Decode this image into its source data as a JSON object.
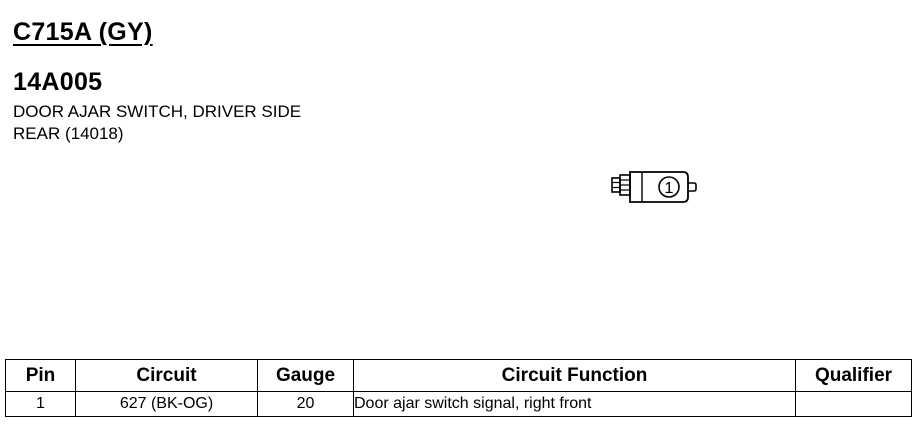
{
  "header": {
    "connector_id": "C715A (GY)",
    "part_number": "14A005",
    "description_lines": [
      "DOOR AJAR SWITCH, DRIVER SIDE",
      "REAR (14018)"
    ]
  },
  "diagram": {
    "icon": "connector-face-icon",
    "pin_labels": [
      "1"
    ]
  },
  "pin_table": {
    "headers": {
      "pin": "Pin",
      "circuit": "Circuit",
      "gauge": "Gauge",
      "function": "Circuit Function",
      "qualifier": "Qualifier"
    },
    "rows": [
      {
        "pin": "1",
        "circuit": "627 (BK-OG)",
        "gauge": "20",
        "function": "Door ajar switch signal, right front",
        "qualifier": ""
      }
    ]
  }
}
